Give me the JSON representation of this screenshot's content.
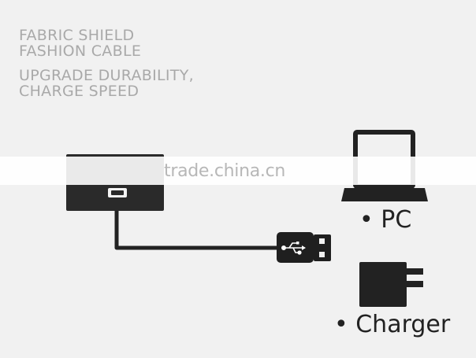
{
  "headline": {
    "title_line1": "FABRIC SHIELD",
    "title_line2": "FASHION CABLE",
    "subtitle_line1": "UPGRADE DURABILITY,",
    "subtitle_line2": "CHARGE SPEED"
  },
  "watermark": "trade.china.cn",
  "devices": {
    "pc_label": "• PC",
    "charger_label": "• Charger"
  },
  "colors": {
    "background": "#f1f1f1",
    "headline_text": "#a9a9a9",
    "icon": "#222222"
  },
  "icons": [
    "laptop-icon",
    "wall-charger-icon",
    "usb-plug-icon",
    "usb-symbol-icon"
  ]
}
